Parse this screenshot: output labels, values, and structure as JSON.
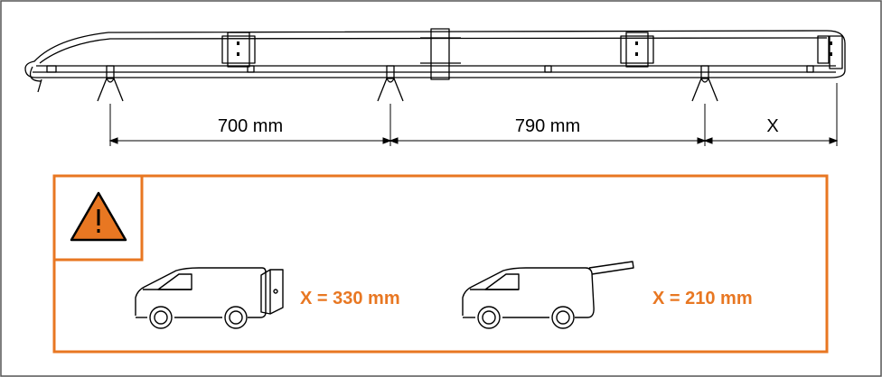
{
  "dimensions": {
    "d1": "700 mm",
    "d2": "790 mm",
    "d3": "X"
  },
  "warning": {
    "case_box_label": "X = 330 mm",
    "case_rod_label": "X = 210 mm"
  },
  "colors": {
    "accent": "#E87722",
    "line": "#000000",
    "frame": "#555555"
  },
  "icons": {
    "warning": "warning-triangle-icon",
    "van_box": "van-with-box-icon",
    "van_rod": "van-with-rod-icon"
  }
}
